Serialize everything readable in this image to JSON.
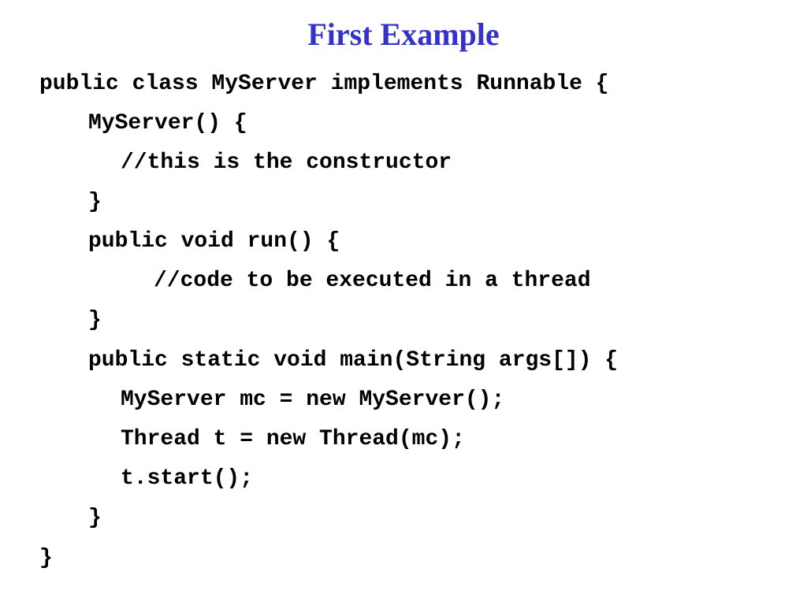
{
  "slide": {
    "title": "First Example",
    "code_lines": [
      "public class MyServer implements Runnable {",
      "MyServer() {",
      "//this is the constructor",
      "}",
      "public void run() {",
      "//code to be executed in a thread",
      "}",
      "public static void main(String args[]) {",
      "MyServer mc = new MyServer();",
      "Thread t = new Thread(mc);",
      "t.start();",
      "}",
      "}"
    ]
  },
  "colors": {
    "title": "#3333cc",
    "code": "#000000",
    "background": "#ffffff"
  }
}
